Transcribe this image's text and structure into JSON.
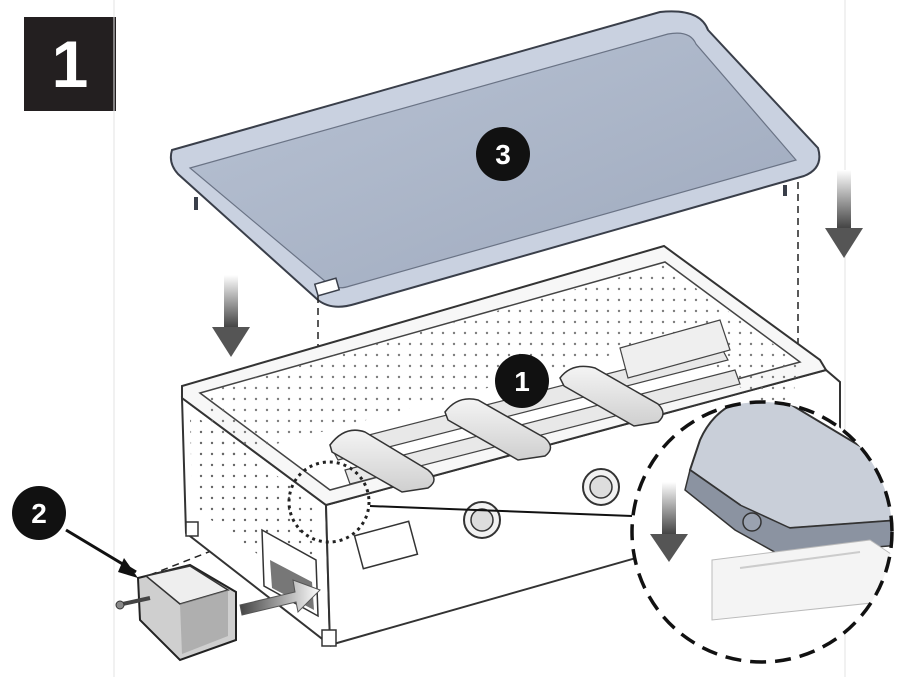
{
  "step": {
    "number": "1"
  },
  "callouts": [
    {
      "id": "burner-housing",
      "label": "1"
    },
    {
      "id": "grease-tray",
      "label": "2"
    },
    {
      "id": "griddle-plate",
      "label": "3"
    }
  ],
  "colors": {
    "badge": "#231f20",
    "plate_surface": "#aeb9cc",
    "plate_rim": "#c9d1e0",
    "body": "#ffffff",
    "outline": "#333333",
    "arrow": "#555555",
    "callout": "#111111"
  },
  "icons": [
    "down-arrow",
    "insert-arrow",
    "pointer-arrow",
    "magnifier-circle"
  ]
}
